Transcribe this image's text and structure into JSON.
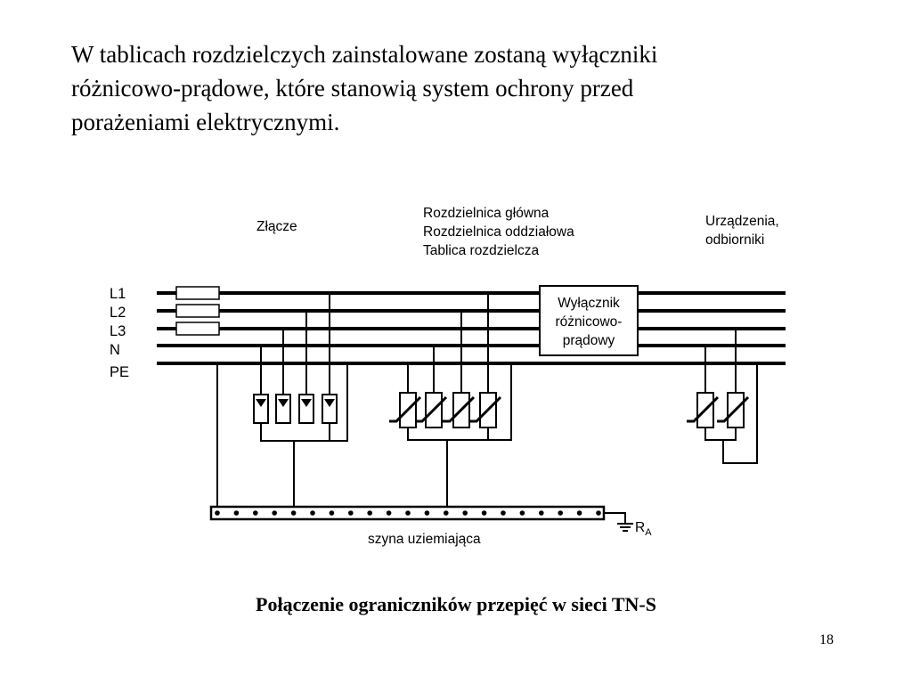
{
  "slide": {
    "intro_lines": [
      "W tablicach rozdzielczych zainstalowane zostaną wyłączniki",
      "różnicowo-prądowe, które stanowią system ochrony przed",
      "porażeniami elektrycznymi."
    ],
    "caption": "Połączenie ograniczników przepięć w sieci TN-S",
    "page_number": "18"
  },
  "diagram": {
    "section_zlacze": "Złącze",
    "section_rozdzielnica": [
      "Rozdzielnica główna",
      "Rozdzielnica oddziałowa",
      "Tablica rozdzielcza"
    ],
    "section_odbiorniki": [
      "Urządzenia,",
      "odbiorniki"
    ],
    "rcd_label": [
      "Wyłącznik",
      "różnicowo-",
      "prądowy"
    ],
    "bus_labels": [
      "L1",
      "L2",
      "L3",
      "N",
      "PE"
    ],
    "earth_bar_label": "szyna uziemiająca",
    "earth_symbol": "R",
    "earth_symbol_sub": "A"
  }
}
